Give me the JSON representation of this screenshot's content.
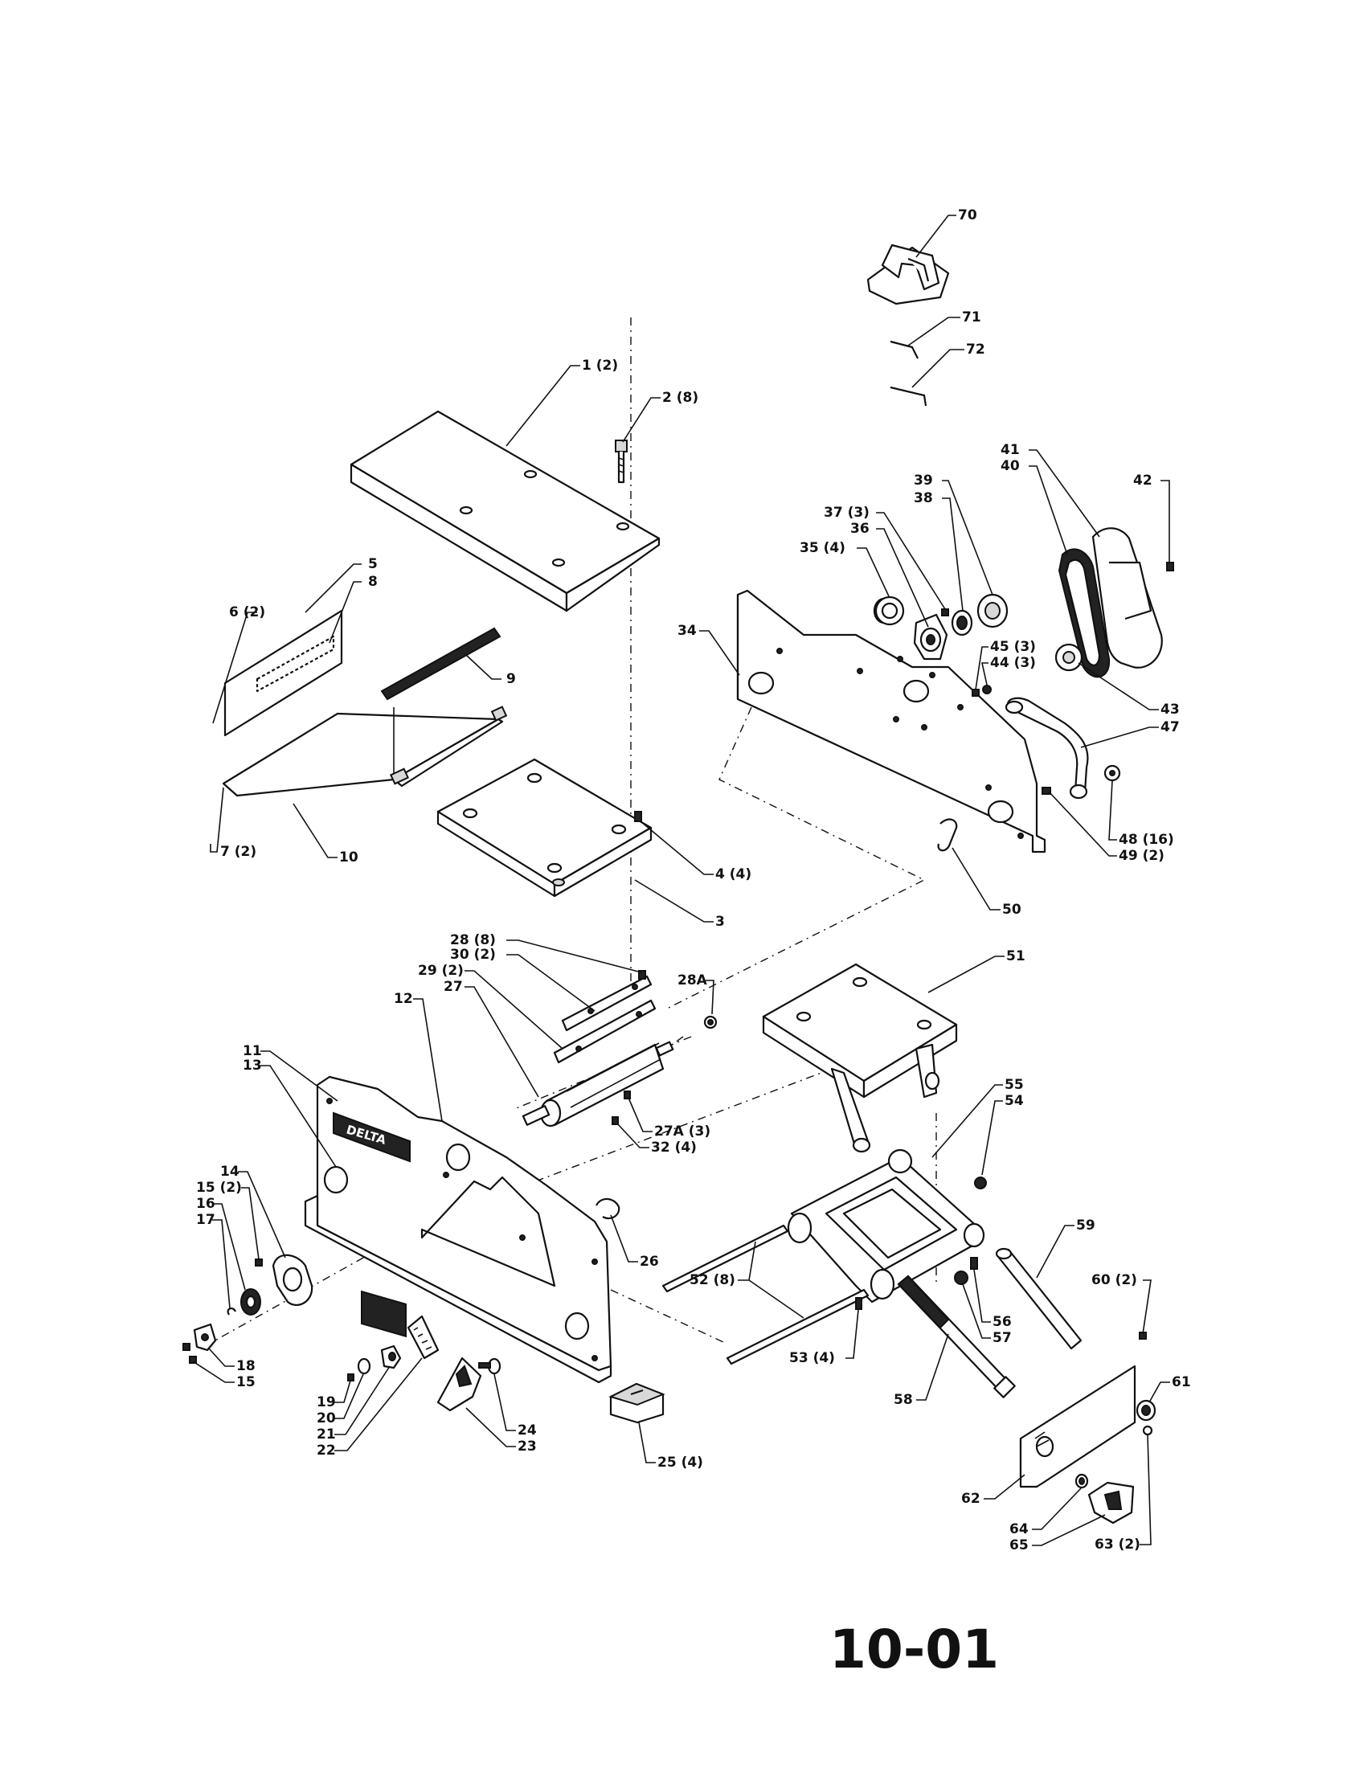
{
  "page_number": "10-01",
  "brand_logo": "DELTA",
  "callouts": {
    "c70": "70",
    "c71": "71",
    "c72": "72",
    "c1": "1 (2)",
    "c2": "2 (8)",
    "c41": "41",
    "c40": "40",
    "c42": "42",
    "c39": "39",
    "c38": "38",
    "c37": "37 (3)",
    "c36": "36",
    "c35": "35 (4)",
    "c5": "5",
    "c8": "8",
    "c6": "6 (2)",
    "c9": "9",
    "c34": "34",
    "c45": "45 (3)",
    "c44": "44 (3)",
    "c43": "43",
    "c47": "47",
    "c48": "48 (16)",
    "c49": "49 (2)",
    "c7": "7 (2)",
    "c10": "10",
    "c4": "4 (4)",
    "c3": "3",
    "c50": "50",
    "c28": "28 (8)",
    "c30": "30 (2)",
    "c29": "29 (2)",
    "c27": "27",
    "c28a": "28A",
    "c51": "51",
    "c12": "12",
    "c11": "11",
    "c13": "13",
    "c55": "55",
    "c54": "54",
    "c27a": "27A (3)",
    "c32": "32 (4)",
    "c14": "14",
    "c15a": "15 (2)",
    "c16": "16",
    "c17": "17",
    "c26": "26",
    "c59": "59",
    "c60": "60 (2)",
    "c52": "52 (8)",
    "c56": "56",
    "c57": "57",
    "c18": "18",
    "c15b": "15",
    "c53": "53 (4)",
    "c58": "58",
    "c61": "61",
    "c19": "19",
    "c20": "20",
    "c21": "21",
    "c22": "22",
    "c24": "24",
    "c23": "23",
    "c25": "25 (4)",
    "c62": "62",
    "c64": "64",
    "c65": "65",
    "c63": "63 (2)"
  }
}
